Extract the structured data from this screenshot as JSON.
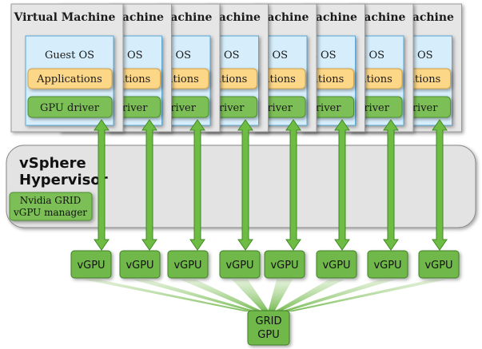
{
  "virtual_machine": {
    "title": "Virtual Machine",
    "guest_os": "Guest OS",
    "applications": "Applications",
    "gpu_driver": "GPU driver"
  },
  "hypervisor": {
    "line1": "vSphere",
    "line2": "Hypervisor",
    "manager_line1": "Nvidia GRID",
    "manager_line2": "vGPU manager"
  },
  "vgpus": [
    "vGPU",
    "vGPU",
    "vGPU",
    "vGPU",
    "vGPU",
    "vGPU",
    "vGPU",
    "vGPU"
  ],
  "grid_gpu": {
    "line1": "GRID",
    "line2": "GPU"
  },
  "colors": {
    "vm_box": "#e6e6e6",
    "guest_os_box": "#d6eefb",
    "applications": "#fdd788",
    "gpu_driver": "#7cbf57",
    "hypervisor": "#e3e3e3",
    "vgpu": "#6fb84a",
    "arrow": "#6ebc44",
    "fan": "#9ccf7d"
  }
}
